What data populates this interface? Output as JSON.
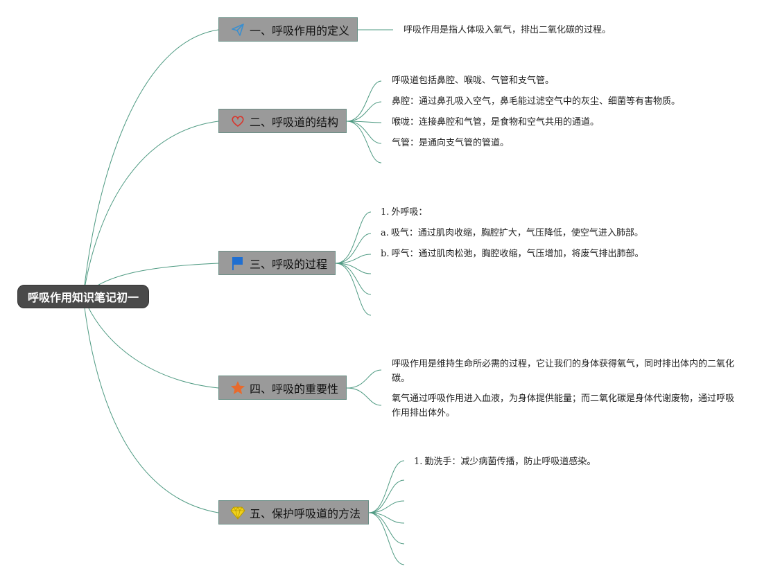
{
  "root": {
    "label": "呼吸作用知识笔记初一"
  },
  "colors": {
    "line": "#4e9a82",
    "topic_bg": "#9a9a9a",
    "root_bg": "#4a4a4a"
  },
  "topics": [
    {
      "label": "一、呼吸作用的定义",
      "icon": "paper-plane-icon",
      "children": [
        {
          "text": "呼吸作用是指人体吸入氧气，排出二氧化碳的过程。"
        }
      ]
    },
    {
      "label": "二、呼吸道的结构",
      "icon": "heart-icon",
      "children": [
        {
          "text": "呼吸道包括鼻腔、喉咙、气管和支气管。"
        },
        {
          "text": "鼻腔：通过鼻孔吸入空气，鼻毛能过滤空气中的灰尘、细菌等有害物质。"
        },
        {
          "text": "喉咙：连接鼻腔和气管，是食物和空气共用的通道。"
        },
        {
          "text": "气管：是通向支气管的管道。"
        },
        {
          "text": ""
        }
      ]
    },
    {
      "label": "三、呼吸的过程",
      "icon": "flag-icon",
      "children": [
        {
          "num": "1.",
          "text": "外呼吸："
        },
        {
          "num": "a.",
          "text": "吸气：通过肌肉收缩，胸腔扩大，气压降低，使空气进入肺部。"
        },
        {
          "num": "b.",
          "text": "呼气：通过肌肉松弛，胸腔收缩，气压增加，将废气排出肺部。"
        },
        {
          "text": ""
        },
        {
          "text": ""
        },
        {
          "text": ""
        }
      ]
    },
    {
      "label": "四、呼吸的重要性",
      "icon": "star-icon",
      "children": [
        {
          "text": "呼吸作用是维持生命所必需的过程，它让我们的身体获得氧气，同时排出体内的二氧化碳。"
        },
        {
          "text": "氧气通过呼吸作用进入血液，为身体提供能量；而二氧化碳是身体代谢废物，通过呼吸作用排出体外。"
        }
      ]
    },
    {
      "label": "五、保护呼吸道的方法",
      "icon": "diamond-icon",
      "children": [
        {
          "num": "1.",
          "text": "勤洗手：减少病菌传播，防止呼吸道感染。"
        },
        {
          "text": ""
        },
        {
          "text": ""
        },
        {
          "text": ""
        },
        {
          "text": ""
        },
        {
          "text": ""
        }
      ]
    }
  ]
}
